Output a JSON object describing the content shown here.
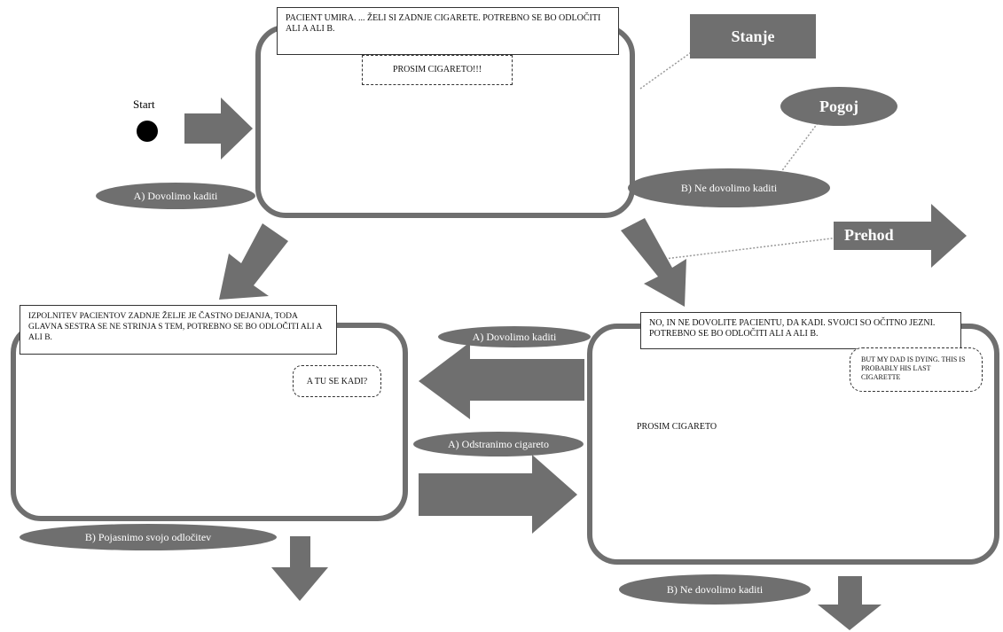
{
  "start_label": "Start",
  "legend": {
    "state": "Stanje",
    "condition": "Pogoj",
    "transition": "Prehod"
  },
  "panel1": {
    "caption": "PACIENT UMIRA. ... ŽELI SI ZADNJE CIGARETE. POTREBNO SE BO ODLOČITI ALI A ALI B.",
    "bubble": "PROSIM CIGARETO!!!"
  },
  "panel2": {
    "caption": "IZPOLNITEV PACIENTOV ZADNJE ŽELJE JE ČASTNO DEJANJA, TODA GLAVNA SESTRA SE NE STRINJA S TEM, POTREBNO SE BO ODLOČITI ALI A ALI B.",
    "bubble": "A TU SE KADI?"
  },
  "panel3": {
    "caption": "NO, IN NE DOVOLITE PACIENTU, DA KADI. SVOJCI SO OČITNO JEZNI.  POTREBNO SE BO ODLOČITI ALI A ALI B.",
    "bubble_patient": "PROSIM CIGARETO",
    "bubble_son": "BUT MY DAD IS DYING. THIS IS PROBABLY HIS LAST CIGARETTE"
  },
  "conditions": {
    "p1_a": "A) Dovolimo kaditi",
    "p1_b": "B) Ne dovolimo kaditi",
    "p3_a": "A) Dovolimo kaditi",
    "p2_a": "A) Odstranimo cigareto",
    "p2_b": "B) Pojasnimo svojo odločitev",
    "p3_b": "B) Ne dovolimo kaditi"
  },
  "colors": {
    "arrow": "#6f6f6f",
    "panel_border": "#6f6f6f",
    "oval": "#6f6f6f"
  }
}
